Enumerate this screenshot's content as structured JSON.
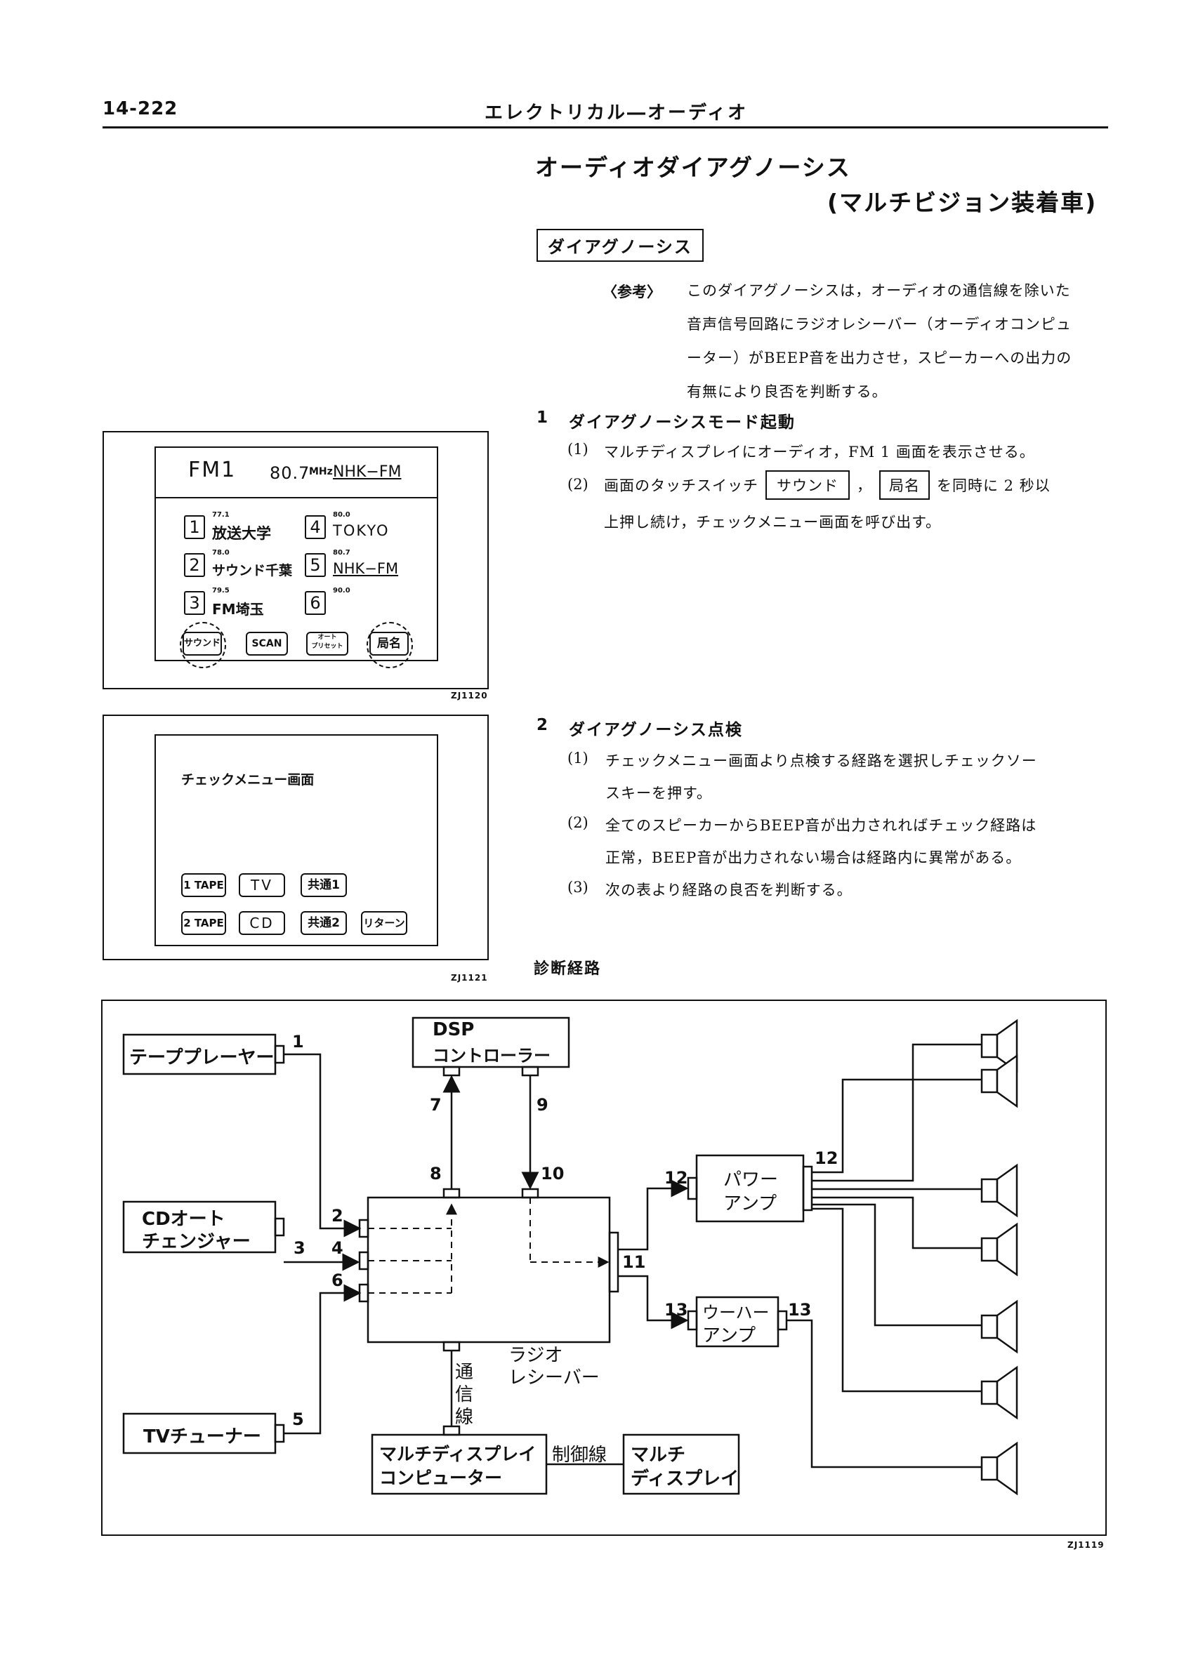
{
  "header": {
    "page_number": "14-222",
    "section_title": "エレクトリカル―オーディオ"
  },
  "title": {
    "line1": "オーディオダイアグノーシス",
    "line2": "(マルチビジョン装着車)"
  },
  "subheading": "ダイアグノーシス",
  "reference": {
    "label": "〈参考〉",
    "lines": [
      "このダイアグノーシスは，オーディオの通信線を除いた",
      "音声信号回路にラジオレシーバー（オーディオコンピュ",
      "ーター）がBEEP音を出力させ，スピーカーへの出力の",
      "有無により良否を判断する。"
    ]
  },
  "step1": {
    "number": "1",
    "title": "ダイアグノーシスモード起動",
    "item1_num": "(1)",
    "item1": "マルチディスプレイにオーディオ，FM 1 画面を表示させる。",
    "item2_num": "(2)",
    "item2_pre": "画面のタッチスイッチ",
    "item2_key1": "サウンド",
    "item2_mid": "，",
    "item2_key2": "局名",
    "item2_post": "を同時に 2 秒以",
    "item2_line2": "上押し続け，チェックメニュー画面を呼び出す。"
  },
  "step2": {
    "number": "2",
    "title": "ダイアグノーシス点検",
    "item1_num": "(1)",
    "item1_l1": "チェックメニュー画面より点検する経路を選択しチェックソー",
    "item1_l2": "スキーを押す。",
    "item2_num": "(2)",
    "item2_l1": "全てのスピーカーからBEEP音が出力されればチェック経路は",
    "item2_l2": "正常，BEEP音が出力されない場合は経路内に異常がある。",
    "item3_num": "(3)",
    "item3": "次の表より経路の良否を判断する。"
  },
  "fig1": {
    "code": "ZJ1120",
    "band": "FM1",
    "freq": "80.7",
    "freq_unit": "MHz",
    "station": "NHK−FM",
    "presets": [
      {
        "num": "1",
        "freq": "77.1",
        "name": "放送大学"
      },
      {
        "num": "2",
        "freq": "78.0",
        "name": "サウンド千葉"
      },
      {
        "num": "3",
        "freq": "79.5",
        "name": "FM埼玉"
      },
      {
        "num": "4",
        "freq": "80.0",
        "name": "TOKYO"
      },
      {
        "num": "5",
        "freq": "80.7",
        "name": "NHK−FM"
      },
      {
        "num": "6",
        "freq": "90.0",
        "name": ""
      }
    ],
    "buttons": [
      "サウンド",
      "SCAN",
      "オート\nプリセット",
      "局名"
    ]
  },
  "fig2": {
    "code": "ZJ1121",
    "title": "チェックメニュー画面",
    "buttons_row1": [
      "1 TAPE",
      "TV",
      "共通1"
    ],
    "buttons_row2": [
      "2 TAPE",
      "CD",
      "共通2",
      "リターン"
    ]
  },
  "diagram": {
    "caption": "診断経路",
    "code": "ZJ1119",
    "tape": "テーププレーヤー",
    "cd_l1": "CDオート",
    "cd_l2": "チェンジャー",
    "tv": "TVチューナー",
    "dsp_l1": "DSP",
    "dsp_l2": "コントローラー",
    "radio_l1": "ラジオ",
    "radio_l2": "レシーバー",
    "comm": [
      "通",
      "信",
      "線"
    ],
    "power_l1": "パワー",
    "power_l2": "アンプ",
    "woofer_l1": "ウーハー",
    "woofer_l2": "アンプ",
    "mdc_l1": "マルチディスプレイ",
    "mdc_l2": "コンピューター",
    "control": "制御線",
    "md_l1": "マルチ",
    "md_l2": "ディスプレイ",
    "nums": [
      "1",
      "2",
      "3",
      "4",
      "5",
      "6",
      "7",
      "8",
      "9",
      "10",
      "11",
      "12",
      "12",
      "13",
      "13"
    ]
  }
}
